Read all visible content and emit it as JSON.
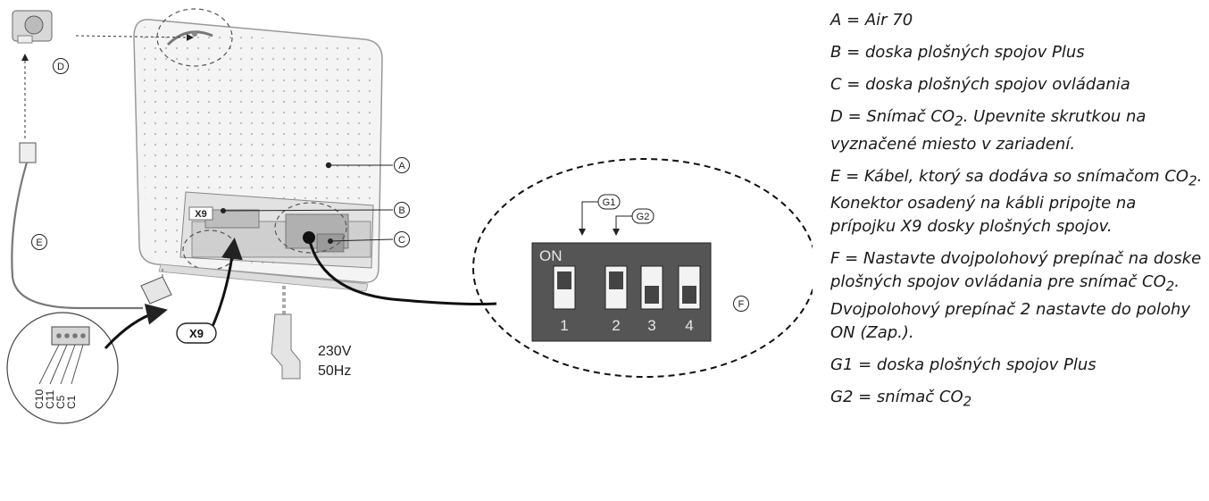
{
  "diagram": {
    "callouts": {
      "A": "A",
      "B": "B",
      "C": "C",
      "D": "D",
      "E": "E",
      "F": "F",
      "G1": "G1",
      "G2": "G2"
    },
    "connector_x9_board": "X9",
    "connector_x9_tag": "X9",
    "power_voltage": "230V",
    "power_frequency": "50Hz",
    "dip_switch": {
      "on_label": "ON",
      "switches": [
        {
          "number": "1",
          "position": "up"
        },
        {
          "number": "2",
          "position": "up"
        },
        {
          "number": "3",
          "position": "down"
        },
        {
          "number": "4",
          "position": "down"
        }
      ]
    },
    "cable_pins": [
      "C10",
      "C11",
      "C5",
      "C1"
    ]
  },
  "legend": {
    "items": [
      {
        "pre": "A = Air 70",
        "sub": "",
        "post": ""
      },
      {
        "pre": "B = doska plošných spojov Plus",
        "sub": "",
        "post": ""
      },
      {
        "pre": "C = doska plošných spojov ovládania",
        "sub": "",
        "post": ""
      },
      {
        "pre": "D = Snímač CO",
        "sub": "2",
        "post": ". Upevnite skrutkou na vyznačené miesto v zariadení."
      },
      {
        "pre": "E = Kábel, ktorý sa dodáva so snímačom CO",
        "sub": "2",
        "post": ". Konektor osadený na kábli pripojte na prípojku X9 dosky plošných spojov."
      },
      {
        "pre": "F = Nastavte dvojpolohový prepínač na doske plošných spojov ovládania pre snímač CO",
        "sub": "2",
        "post": ". Dvojpolohový prepínač 2 nastavte do polohy ON (Zap.)."
      },
      {
        "pre": "G1 = doska plošných spojov Plus",
        "sub": "",
        "post": ""
      },
      {
        "pre": "G2 = snímač CO",
        "sub": "2",
        "post": ""
      }
    ]
  }
}
